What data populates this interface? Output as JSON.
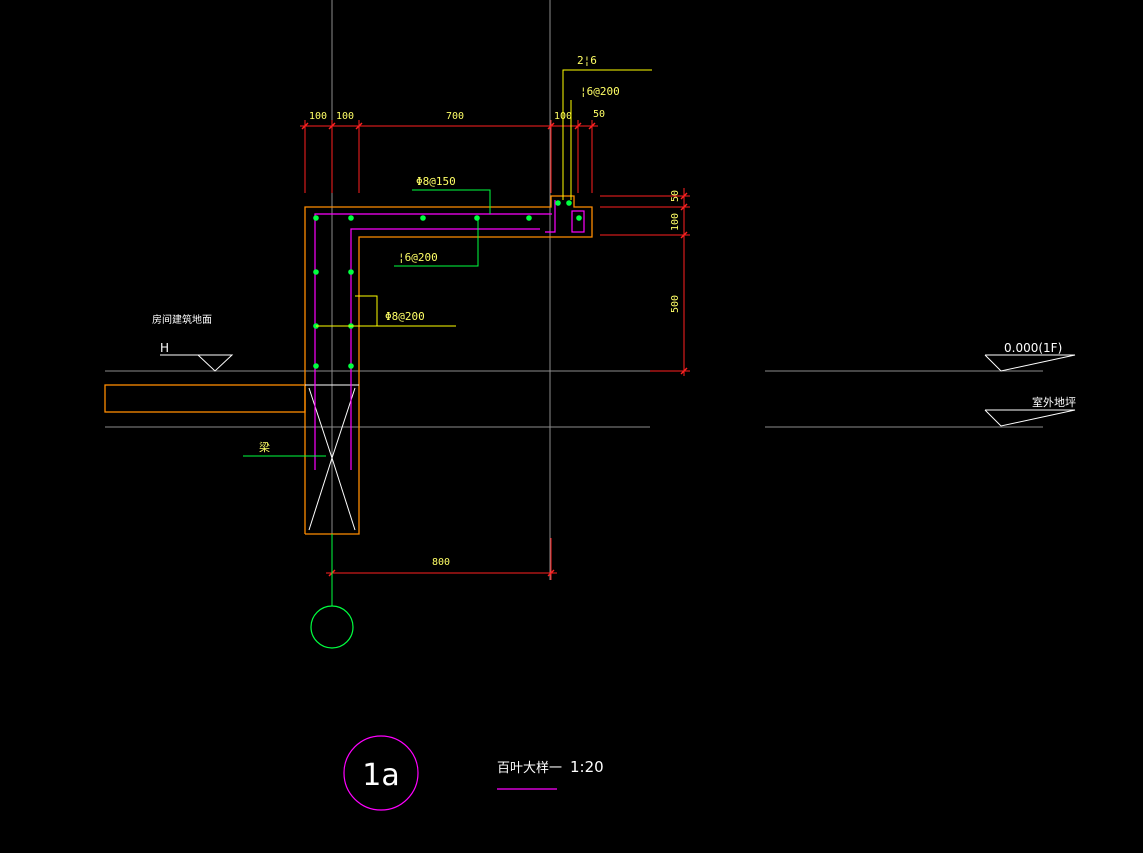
{
  "colors": {
    "background": "#000000",
    "axis": "#8c8c8c",
    "wall": "#ff8c00",
    "rebar": "#ff00ff",
    "dimension": "#ff2020",
    "dim_text": "#ffff66",
    "leader": "#ffff00",
    "bar_dot": "#00ff40",
    "green_line": "#00ff40",
    "white": "#ffffff",
    "magenta": "#ff00ff"
  },
  "dimensions": {
    "top": [
      "100",
      "100",
      "700",
      "100",
      "50"
    ],
    "right": [
      "50",
      "100",
      "500"
    ],
    "bottom": "800"
  },
  "labels": {
    "rebar_2": "2¦6",
    "rebar_top_stirrup": "¦6@200",
    "rebar_phi8_150": "Φ8@150",
    "rebar_mid": "¦6@200",
    "rebar_phi8_200": "Φ8@200",
    "room_floor": "房间建筑地面",
    "elev_h": "H",
    "elev_0": "0.000(1F)",
    "outdoor": "室外地坪",
    "beam": "梁"
  },
  "title": {
    "number": "1a",
    "caption": "百叶大样一",
    "scale": "1:20"
  }
}
